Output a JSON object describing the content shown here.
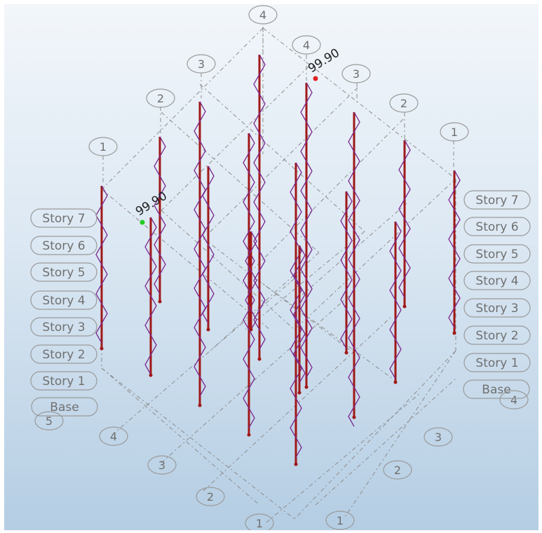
{
  "view": {
    "type": "3D structural model view",
    "colors": {
      "member": "#a01818",
      "deformed": "#7a2a90",
      "grid": "#8c8c8c",
      "label_text": "#707070",
      "label_border": "#9a9a9a",
      "highlight_point_green": "#22cc22",
      "highlight_point_red": "#dd2222"
    }
  },
  "grid_labels": {
    "left": [
      "1",
      "2",
      "3",
      "4"
    ],
    "right": [
      "4",
      "3",
      "2",
      "1"
    ],
    "bottom_left": [
      "5",
      "4",
      "3",
      "2",
      "1"
    ],
    "bottom_right": [
      "4",
      "3",
      "2",
      "1"
    ]
  },
  "story_labels_left": [
    "Story 7",
    "Story 6",
    "Story 5",
    "Story 4",
    "Story 3",
    "Story 2",
    "Story 1",
    "Base"
  ],
  "story_labels_right": [
    "Story 7",
    "Story 6",
    "Story 5",
    "Story 4",
    "Story 3",
    "Story 2",
    "Story 1",
    "Base"
  ],
  "value_labels": [
    "99.90",
    "99.90"
  ]
}
